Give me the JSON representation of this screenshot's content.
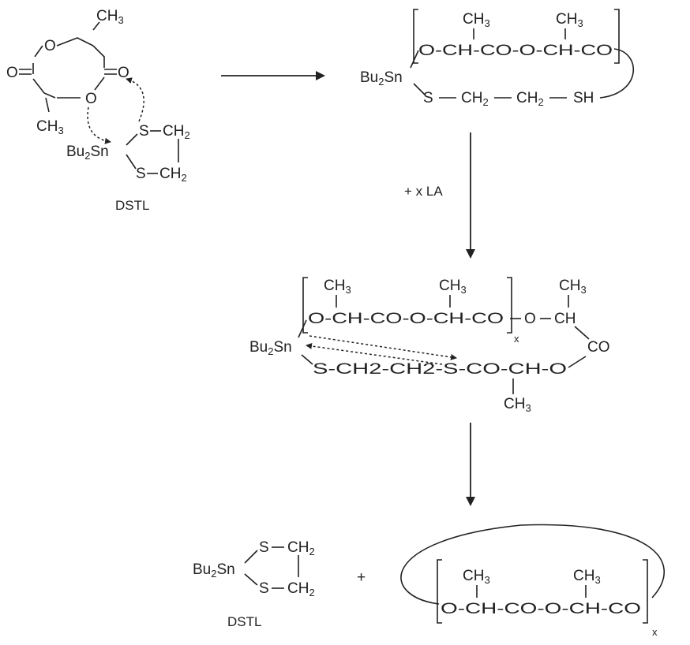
{
  "labels": {
    "dstl_top": "DSTL",
    "dstl_bottom": "DSTL",
    "reagent": "+ x LA",
    "plus": "+"
  },
  "lactide": {
    "ch3_top": "CH3",
    "ch3_bottom": "CH3",
    "o": "O"
  },
  "dstl": {
    "bu2sn": "Bu2Sn",
    "s": "S",
    "ch2": "CH2"
  },
  "intermediate1": {
    "chain": "O-CH-CO-O-CH-CO",
    "ch3": "CH3",
    "bu2sn": "Bu2Sn",
    "tail": "S-CH2-CH2-SH"
  },
  "intermediate2": {
    "chain": "O-CH-CO-O-CH-CO",
    "x": "x",
    "tail_o": "O-CH",
    "co": "CO",
    "bu2sn": "Bu2Sn",
    "lower": "S-CH2-CH2-S-CO-CH-O",
    "ch3": "CH3"
  },
  "cyclic": {
    "chain": "O-CH-CO-O-CH-CO",
    "ch3": "CH3",
    "x": "x"
  },
  "colors": {
    "ink": "#222222",
    "background": "#ffffff"
  }
}
